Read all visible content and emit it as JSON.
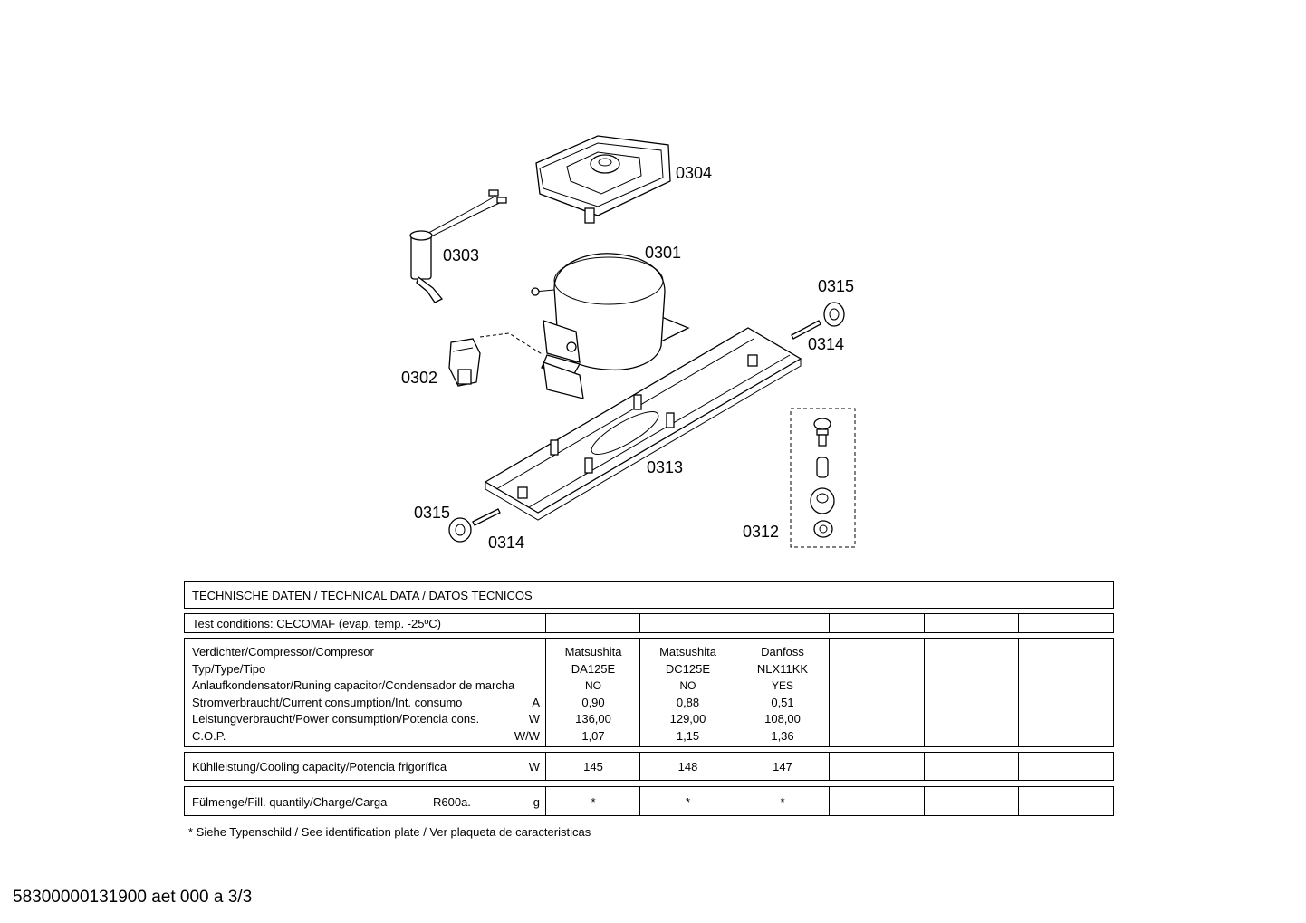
{
  "parts": {
    "p0301": "0301",
    "p0302": "0302",
    "p0303": "0303",
    "p0304": "0304",
    "p0312": "0312",
    "p0313": "0313",
    "p0314a": "0314",
    "p0314b": "0314",
    "p0315a": "0315",
    "p0315b": "0315"
  },
  "table": {
    "title": "TECHNISCHE DATEN / TECHNICAL DATA / DATOS TECNICOS",
    "test_conditions": "Test conditions:  CECOMAF (evap. temp. -25ºC)",
    "labels": {
      "compressor": "Verdichter/Compressor/Compresor",
      "type": "Typ/Type/Tipo",
      "capacitor": "Anlaufkondensator/Runing capacitor/Condensador de marcha",
      "current": "Stromverbraucht/Current consumption/Int. consumo",
      "power": "Leistungverbraucht/Power consumption/Potencia cons.",
      "cop": "C.O.P.",
      "cooling": "Kühlleistung/Cooling capacity/Potencia frigorífica",
      "charge": "Fülmenge/Fill. quantily/Charge/Carga",
      "refrigerant": "R600a."
    },
    "units": {
      "current": "A",
      "power": "W",
      "cop": "W/W",
      "cooling": "W",
      "charge": "g"
    },
    "columns": [
      {
        "compressor": "Matsushita",
        "type": "DA125E",
        "capacitor": "NO",
        "current": "0,90",
        "power": "136,00",
        "cop": "1,07",
        "cooling": "145",
        "charge": "*"
      },
      {
        "compressor": "Matsushita",
        "type": "DC125E",
        "capacitor": "NO",
        "current": "0,88",
        "power": "129,00",
        "cop": "1,15",
        "cooling": "148",
        "charge": "*"
      },
      {
        "compressor": "Danfoss",
        "type": "NLX11KK",
        "capacitor": "YES",
        "current": "0,51",
        "power": "108,00",
        "cop": "1,36",
        "cooling": "147",
        "charge": "*"
      }
    ],
    "footnote": "* Siehe Typenschild / See identification plate / Ver plaqueta de caracteristicas"
  },
  "document_id": "58300000131900 aet 000 a 3/3"
}
